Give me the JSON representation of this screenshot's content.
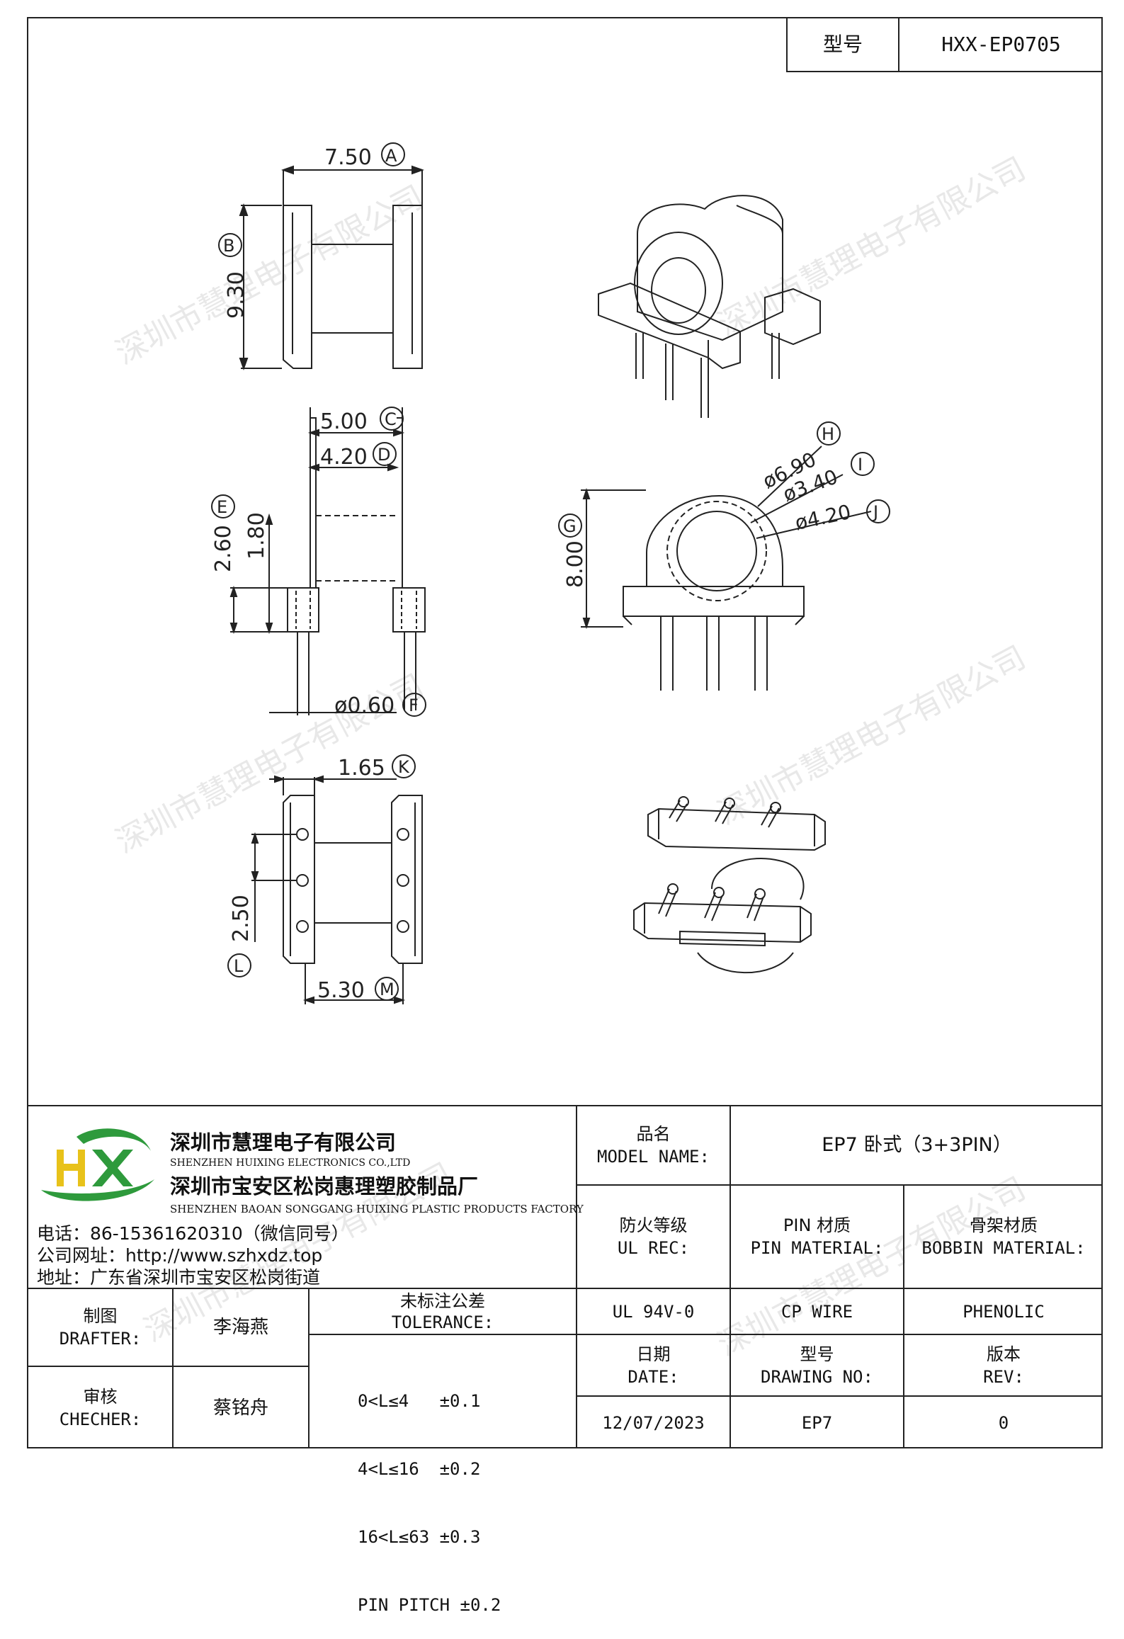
{
  "header": {
    "model_label": "型号",
    "model_value": "HXX-EP0705"
  },
  "dimensions": {
    "A": "7.50",
    "B": "9.30",
    "C": "5.00",
    "D": "4.20",
    "E": "2.60",
    "E_sub": "1.80",
    "F": "ø0.60",
    "G": "8.00",
    "H": "ø6.90",
    "I": "ø3.40",
    "J": "ø4.20",
    "K": "1.65",
    "L": "2.50",
    "M": "5.30"
  },
  "dimension_letters": [
    "A",
    "B",
    "C",
    "D",
    "E",
    "F",
    "G",
    "H",
    "I",
    "J",
    "K",
    "L",
    "M"
  ],
  "watermark": "深圳市慧理电子有限公司",
  "company": {
    "logo_text": "HX",
    "name_cn": "深圳市慧理电子有限公司",
    "name_en": "SHENZHEN HUIXING ELECTRONICS CO.,LTD",
    "factory_cn": "深圳市宝安区松岗惠理塑胶制品厂",
    "factory_en": "SHENZHEN BAOAN SONGGANG HUIXING PLASTIC PRODUCTS FACTORY",
    "phone": "电话：86-15361620310（微信同号）",
    "website": "公司网址：http://www.szhxdz.top",
    "address": "地址：广东省深圳市宝安区松岗街道"
  },
  "title_block": {
    "model_name_cn": "品名",
    "model_name_en": "MODEL NAME:",
    "model_name_value": "EP7 卧式（3+3PIN）",
    "ul_rec_cn": "防火等级",
    "ul_rec_en": "UL REC:",
    "pin_material_cn": "PIN 材质",
    "pin_material_en": "PIN MATERIAL:",
    "bobbin_material_cn": "骨架材质",
    "bobbin_material_en": "BOBBIN MATERIAL:",
    "ul_rec_value": "UL 94V-0",
    "pin_material_value": "CP WIRE",
    "bobbin_material_value": "PHENOLIC",
    "drafter_cn": "制图",
    "drafter_en": "DRAFTER:",
    "drafter_value": "李海燕",
    "checker_cn": "审核",
    "checker_en": "CHECHER:",
    "checker_value": "蔡铭舟",
    "tolerance_cn": "未标注公差",
    "tolerance_en": "TOLERANCE:",
    "tolerances": [
      "0<L≤4   ±0.1",
      "4<L≤16  ±0.2",
      "16<L≤63 ±0.3",
      "PIN PITCH ±0.2"
    ],
    "date_cn": "日期",
    "date_en": "DATE:",
    "date_value": "12/07/2023",
    "drawing_no_cn": "型号",
    "drawing_no_en": "DRAWING NO:",
    "drawing_no_value": "EP7",
    "rev_cn": "版本",
    "rev_en": "REV:",
    "rev_value": "0"
  },
  "colors": {
    "logo_green": "#2e9a3c",
    "logo_yellow": "#e8c21a",
    "line": "#222222"
  }
}
